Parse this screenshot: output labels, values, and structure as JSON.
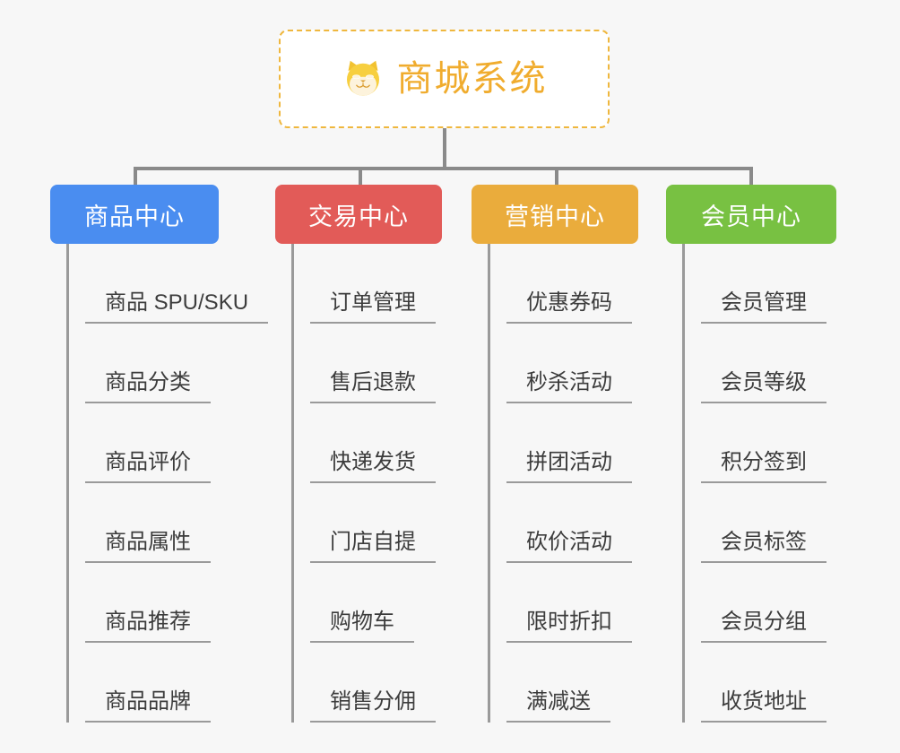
{
  "page": {
    "background_color": "#f7f7f7",
    "connector_color": "#8a8a8a"
  },
  "root": {
    "title": "商城系统",
    "icon": "shiba-dog-face-icon",
    "text_color": "#f0ac2e",
    "border_color": "#efb73e",
    "background_color": "#ffffff"
  },
  "branches": [
    {
      "label": "商品中心",
      "color": "#4a8df0",
      "items": [
        "商品 SPU/SKU",
        "商品分类",
        "商品评价",
        "商品属性",
        "商品推荐",
        "商品品牌"
      ]
    },
    {
      "label": "交易中心",
      "color": "#e25b58",
      "items": [
        "订单管理",
        "售后退款",
        "快递发货",
        "门店自提",
        "购物车",
        "销售分佣"
      ]
    },
    {
      "label": "营销中心",
      "color": "#eaac3c",
      "items": [
        "优惠券码",
        "秒杀活动",
        "拼团活动",
        "砍价活动",
        "限时折扣",
        "满减送"
      ]
    },
    {
      "label": "会员中心",
      "color": "#78c142",
      "items": [
        "会员管理",
        "会员等级",
        "积分签到",
        "会员标签",
        "会员分组",
        "收货地址"
      ]
    }
  ]
}
